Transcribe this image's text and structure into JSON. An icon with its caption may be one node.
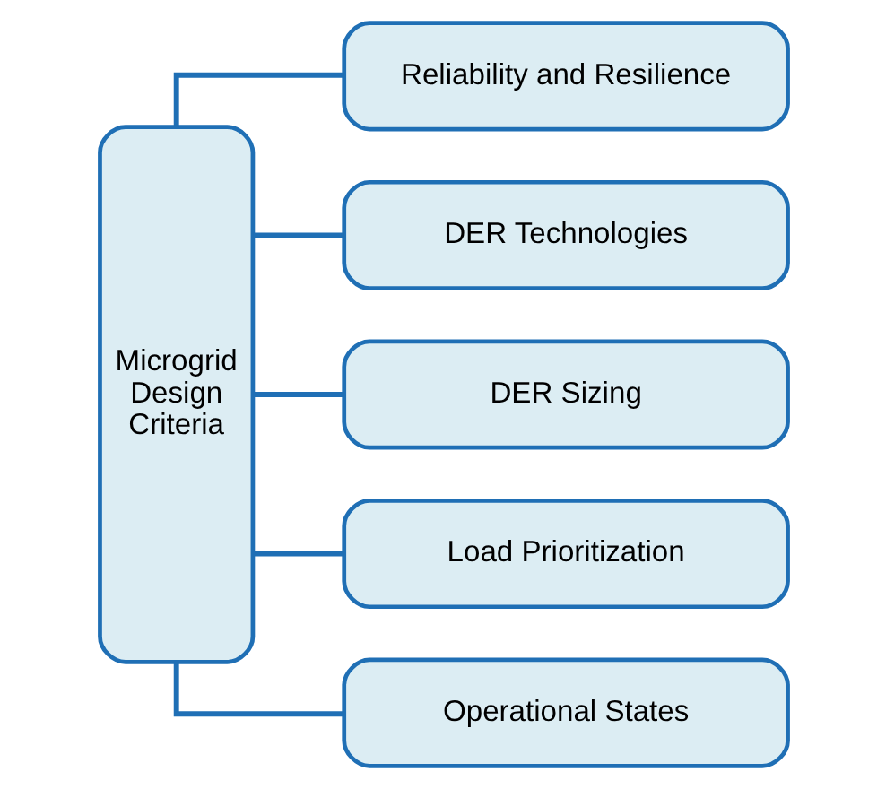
{
  "diagram": {
    "nodes": [
      {
        "text": [
          "Microgrid Design Criteria"
        ]
      },
      {
        "text": [
          "Reliability and Resilience"
        ]
      },
      {
        "text": [
          "DER Technologies"
        ]
      },
      {
        "text": [
          "DER Sizing"
        ]
      },
      {
        "text": [
          "Load Prioritization"
        ]
      },
      {
        "text": [
          "Operational States"
        ]
      }
    ],
    "edges": [
      {
        "from": 0,
        "to": 1,
        "arrow": "none"
      },
      {
        "from": 0,
        "to": 2,
        "arrow": "none"
      },
      {
        "from": 0,
        "to": 3,
        "arrow": "none"
      },
      {
        "from": 0,
        "to": 4,
        "arrow": "none"
      },
      {
        "from": 0,
        "to": 5,
        "arrow": "none"
      }
    ]
  }
}
